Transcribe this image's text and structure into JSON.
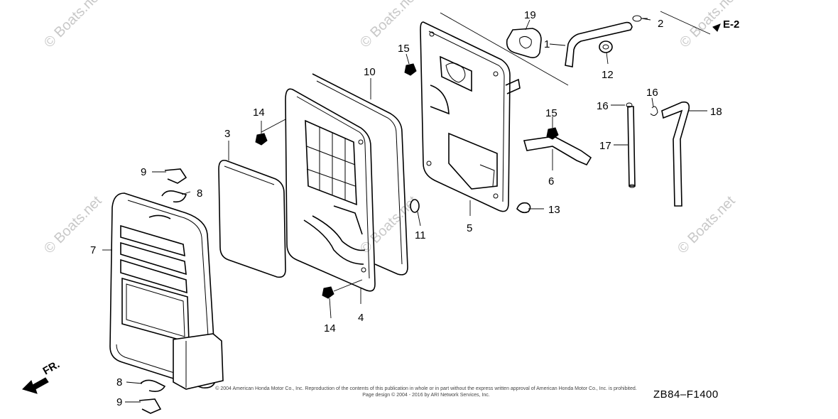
{
  "diagram": {
    "section_ref": "E-2",
    "figure_code": "ZB84–F1400",
    "direction_label": "FR.",
    "watermark": "© Boats.net",
    "copyright_line1": "© 2004 American Honda Motor Co., Inc. Reproduction of the contents of this publication in whole or in part without the express written approval of American Honda Motor Co., Inc. is prohibited.",
    "copyright_line2": "Page design © 2004 - 2016 by ARI Network Services, Inc.",
    "callouts": [
      "1",
      "2",
      "3",
      "4",
      "5",
      "6",
      "7",
      "8",
      "8",
      "9",
      "9",
      "10",
      "11",
      "12",
      "13",
      "14",
      "14",
      "15",
      "15",
      "16",
      "16",
      "17",
      "18",
      "19"
    ]
  }
}
